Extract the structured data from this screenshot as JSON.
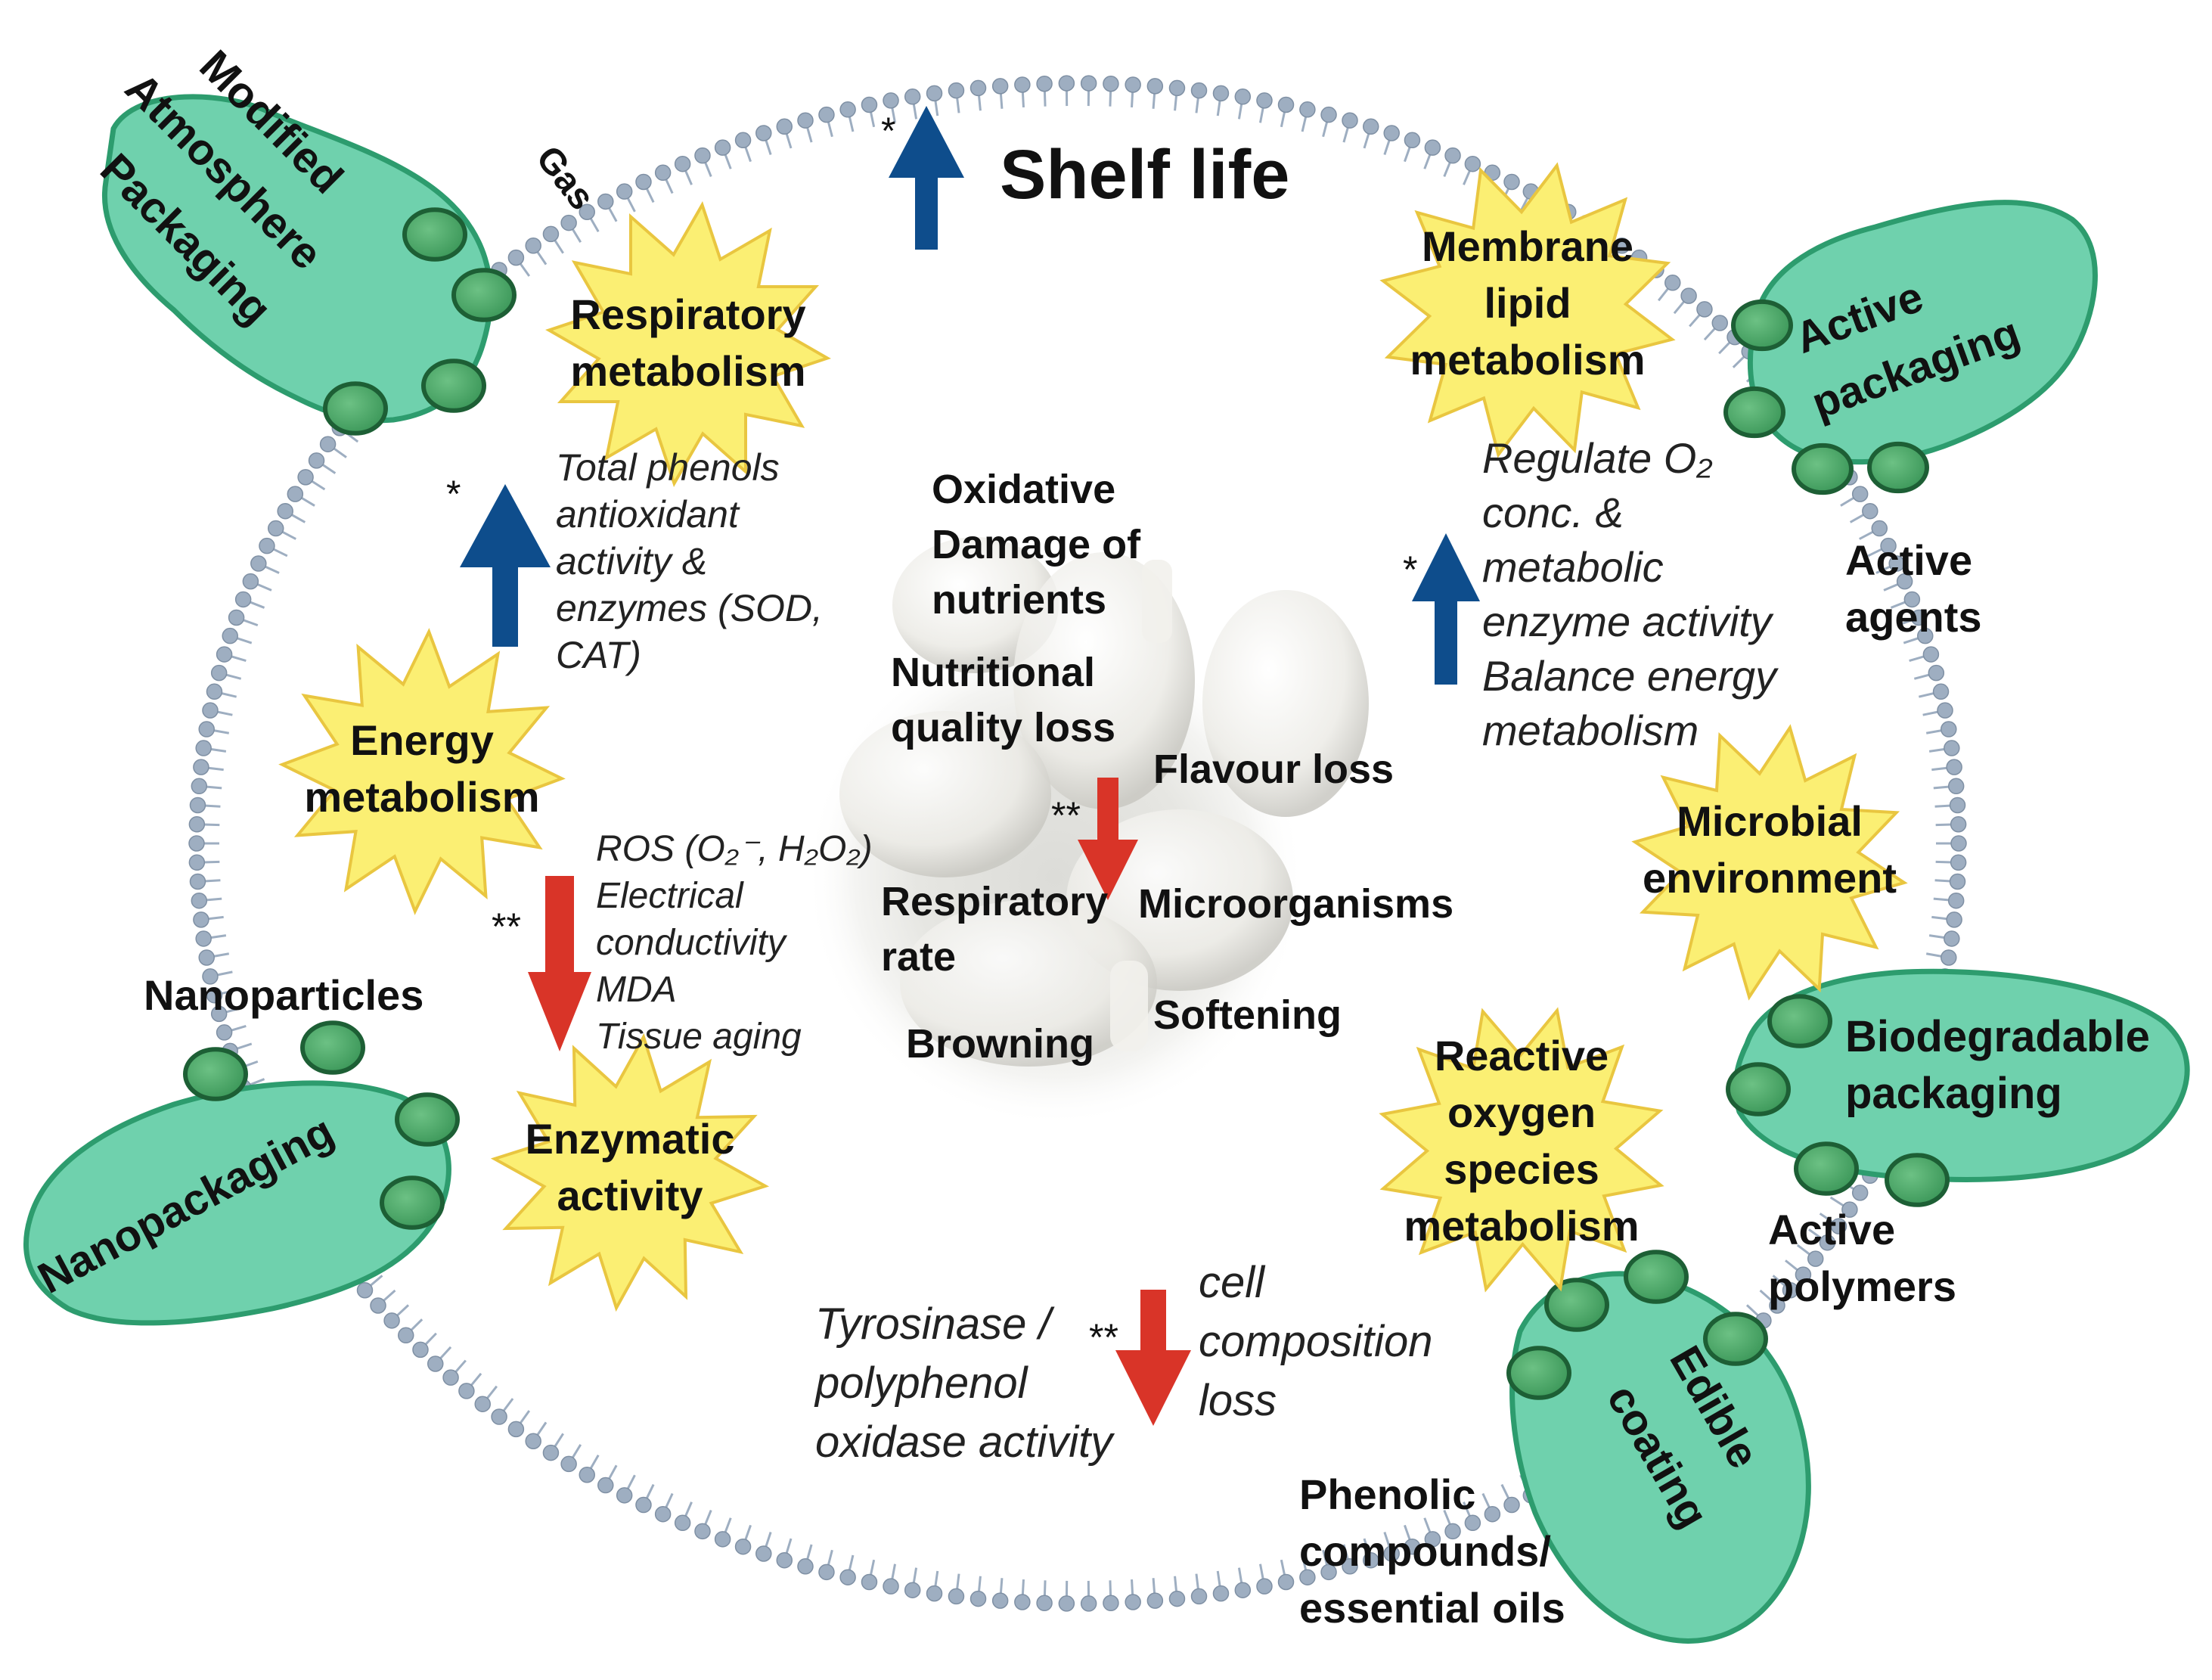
{
  "title": "Shelf life",
  "colors": {
    "up_arrow": "#0e4d8c",
    "down_arrow": "#d93428",
    "blob_fill": "#6fd1ad",
    "blob_stroke": "#2d9c6e",
    "dot_fill": "#4aa768",
    "dot_stroke": "#1d5f35",
    "star_fill": "#fbef73",
    "star_stroke": "#e9c640",
    "membrane": "#9eaec1"
  },
  "packaging": {
    "map": [
      "Modified",
      "Atmosphere",
      "Packaging"
    ],
    "active": [
      "Active",
      "packaging"
    ],
    "nano": [
      "Nanopackaging"
    ],
    "biodegradable": [
      "Biodegradable",
      "packaging"
    ],
    "edible": [
      "Edible",
      "coating"
    ]
  },
  "agents": {
    "gas": "Gas",
    "active_agents": [
      "Active",
      "agents"
    ],
    "nanoparticles": "Nanoparticles",
    "active_polymers": [
      "Active",
      "polymers"
    ],
    "phenolic": [
      "Phenolic",
      "compounds/",
      "essential oils"
    ]
  },
  "metabolism": {
    "respiratory": [
      "Respiratory",
      "metabolism"
    ],
    "membrane": [
      "Membrane",
      "lipid",
      "metabolism"
    ],
    "energy": [
      "Energy",
      "metabolism"
    ],
    "microbial": [
      "Microbial",
      "environment"
    ],
    "enzymatic": [
      "Enzymatic",
      "activity"
    ],
    "ros": [
      "Reactive",
      "oxygen",
      "species",
      "metabolism"
    ]
  },
  "effects": {
    "phenols": [
      "Total phenols",
      "antioxidant",
      "activity &",
      "enzymes (SOD,",
      "CAT)"
    ],
    "regulate": [
      "Regulate O₂",
      "conc. &",
      "metabolic",
      "enzyme activity",
      "Balance energy",
      "metabolism"
    ],
    "ros_list": [
      "ROS (O₂⁻, H₂O₂)",
      "Electrical",
      "conductivity",
      "MDA",
      "Tissue aging"
    ],
    "tyrosinase": [
      "Tyrosinase /",
      "polyphenol",
      "oxidase activity"
    ],
    "cell": [
      "cell",
      "composition",
      "loss"
    ]
  },
  "center": {
    "oxidative": [
      "Oxidative",
      "Damage of",
      "nutrients"
    ],
    "nutritional": [
      "Nutritional",
      "quality loss"
    ],
    "flavour": "Flavour loss",
    "respiratory": [
      "Respiratory",
      "rate"
    ],
    "microorganisms": "Microorganisms",
    "softening": "Softening",
    "browning": "Browning"
  },
  "markers": {
    "single": "*",
    "double": "**"
  }
}
